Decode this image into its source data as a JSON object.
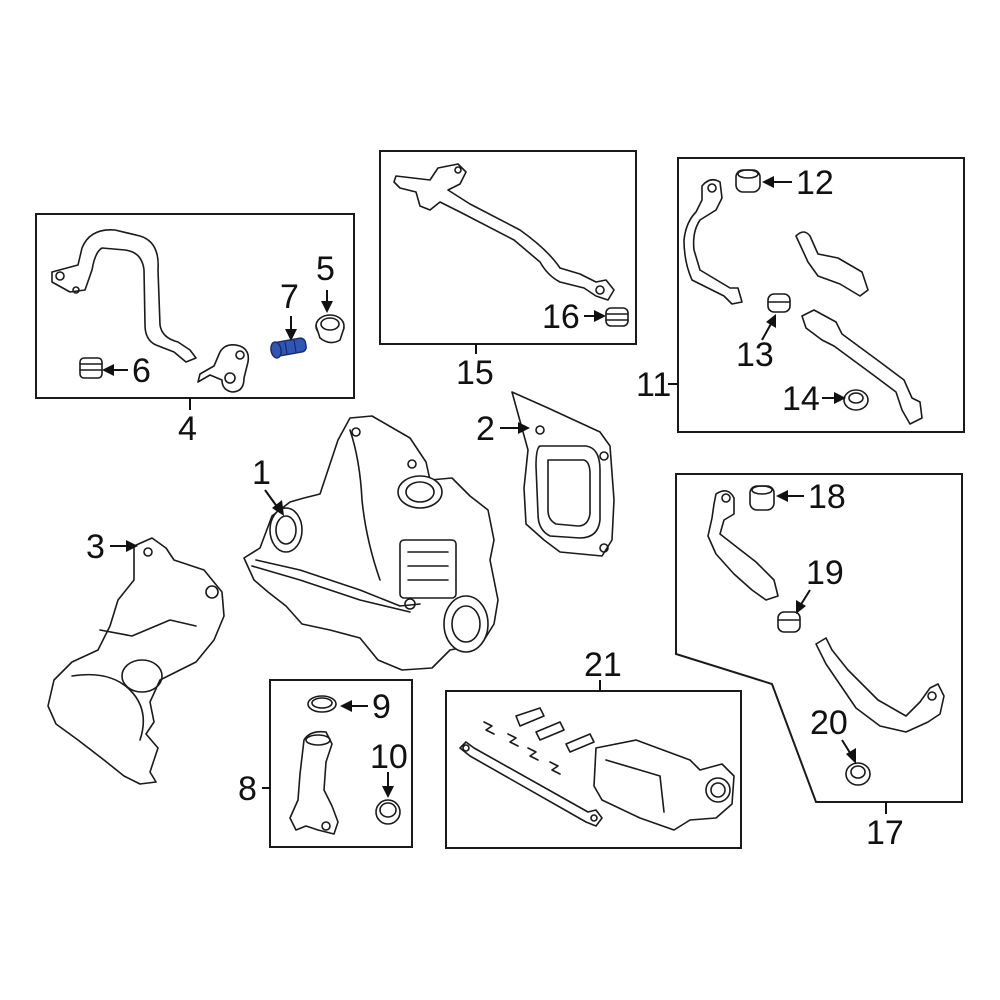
{
  "callouts": {
    "c1": "1",
    "c2": "2",
    "c3": "3",
    "c4": "4",
    "c5": "5",
    "c6": "6",
    "c7": "7",
    "c8": "8",
    "c9": "9",
    "c10": "10",
    "c11": "11",
    "c12": "12",
    "c13": "13",
    "c14": "14",
    "c15": "15",
    "c16": "16",
    "c17": "17",
    "c18": "18",
    "c19": "19",
    "c20": "20",
    "c21": "21"
  },
  "highlight": {
    "part": "7",
    "color": "#2f56b5"
  }
}
